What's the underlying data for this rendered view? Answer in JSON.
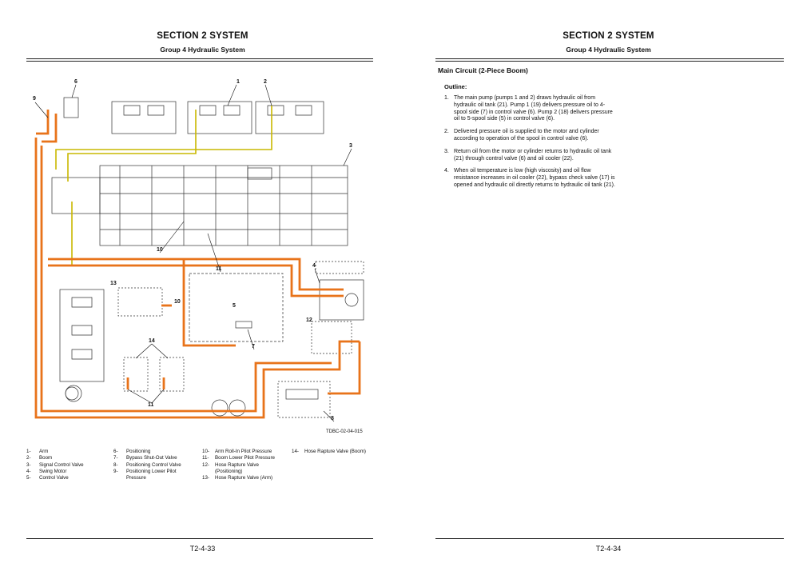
{
  "left_page": {
    "section_title": "SECTION 2 SYSTEM",
    "group_title": "Group 4 Hydraulic System",
    "figure_id": "TDBC-02-04-015",
    "callouts": [
      "1",
      "2",
      "3",
      "4",
      "5",
      "6",
      "7",
      "8",
      "9",
      "10",
      "10",
      "11",
      "11",
      "12",
      "13",
      "14"
    ],
    "legend": [
      {
        "num": "1-",
        "text": "Arm"
      },
      {
        "num": "2-",
        "text": "Boom"
      },
      {
        "num": "3-",
        "text": "Signal Control Valve"
      },
      {
        "num": "4-",
        "text": "Swing Motor"
      },
      {
        "num": "5-",
        "text": "Control Valve"
      },
      {
        "num": "6-",
        "text": "Positioning"
      },
      {
        "num": "7-",
        "text": "Bypass Shut-Out Valve"
      },
      {
        "num": "8-",
        "text": "Positioning Control Valve"
      },
      {
        "num": "9-",
        "text": "Positioning Lower Pilot",
        "cont": "Pressure"
      },
      {
        "num": "10-",
        "text": "Arm Roll-In Pilot Pressure"
      },
      {
        "num": "11-",
        "text": "Boom Lower Pilot Pressure"
      },
      {
        "num": "12-",
        "text": "Hose Rapture Valve",
        "cont": "(Positioning)"
      },
      {
        "num": "13-",
        "text": "Hose Rapture Valve (Arm)"
      },
      {
        "num": "14-",
        "text": "Hose Rapture Valve (Boom)"
      }
    ],
    "page_number": "T2-4-33",
    "colors": {
      "pressure_line": "#e8731a",
      "pilot_line": "#c9b800",
      "drawing": "#333333"
    }
  },
  "right_page": {
    "section_title": "SECTION 2 SYSTEM",
    "group_title": "Group 4 Hydraulic System",
    "main_title": "Main Circuit (2-Piece Boom)",
    "outline_label": "Outline:",
    "items": [
      {
        "num": "1.",
        "text": "The main pump (pumps 1 and 2) draws hydraulic oil from hydraulic oil tank (21). Pump 1 (19) delivers pressure oil to 4-spool side (7) in control valve (6). Pump 2 (18) delivers pressure oil to 5-spool side (5) in control valve (6)."
      },
      {
        "num": "2.",
        "text": "Delivered pressure oil is supplied to the motor and cylinder according to operation of the spool in control valve (6)."
      },
      {
        "num": "3.",
        "text": "Return oil from the motor or cylinder returns to hydraulic oil tank (21) through control valve (6) and oil cooler (22)."
      },
      {
        "num": "4.",
        "text": "When oil temperature is low (high viscosity) and oil flow resistance increases in oil cooler (22), bypass check valve (17) is opened and hydraulic oil directly returns to hydraulic oil tank (21)."
      }
    ],
    "page_number": "T2-4-34"
  }
}
